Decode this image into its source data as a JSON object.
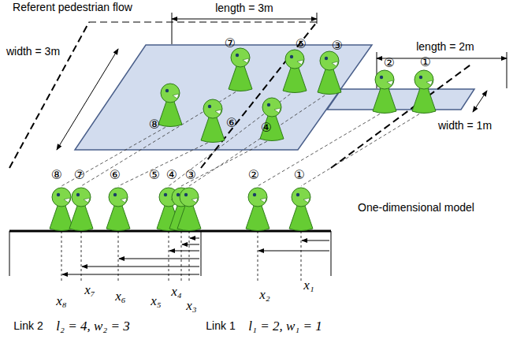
{
  "diagram": {
    "labels": [
      "Referent pedestrian flow",
      "length = 3m",
      "length = 2m",
      "width = 3m",
      "width = 1m",
      "⑦",
      "⑤",
      "③",
      "②",
      "①",
      "⑧",
      "⑥",
      "④",
      "One-dimensional model",
      "⑧",
      "⑦",
      "⑥",
      "⑤",
      "④",
      "③",
      "②",
      "①",
      "x₈",
      "x₇",
      "x₆",
      "x₅",
      "x₄",
      "x₃",
      "x₂",
      "x₁",
      "Link 2",
      "l₂ = 4, w₂ = 3",
      "Link 1",
      "l₁ = 2, w₁ = 1"
    ]
  }
}
